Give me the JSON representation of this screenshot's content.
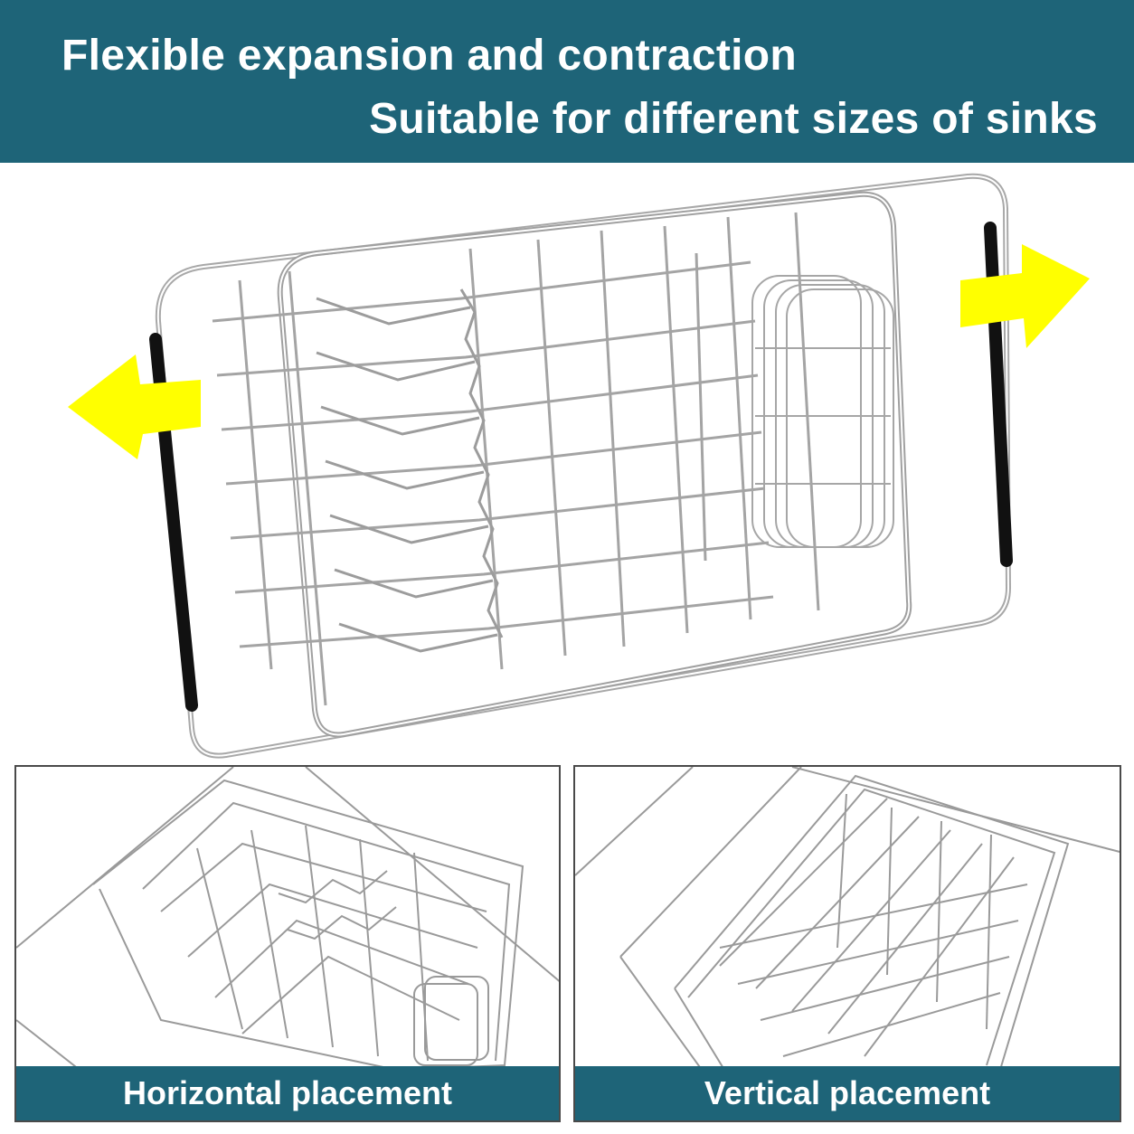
{
  "header": {
    "line1": "Flexible expansion and contraction",
    "line2": "Suitable for different sizes of sinks"
  },
  "panels": {
    "left_caption": "Horizontal placement",
    "right_caption": "Vertical placement"
  },
  "colors": {
    "banner": "#1e6478",
    "arrow": "#ffff00",
    "handle": "#111111",
    "wire": "#9a9a9a"
  },
  "icons": {
    "left_arrow": "expand-left-arrow-icon",
    "right_arrow": "expand-right-arrow-icon"
  }
}
